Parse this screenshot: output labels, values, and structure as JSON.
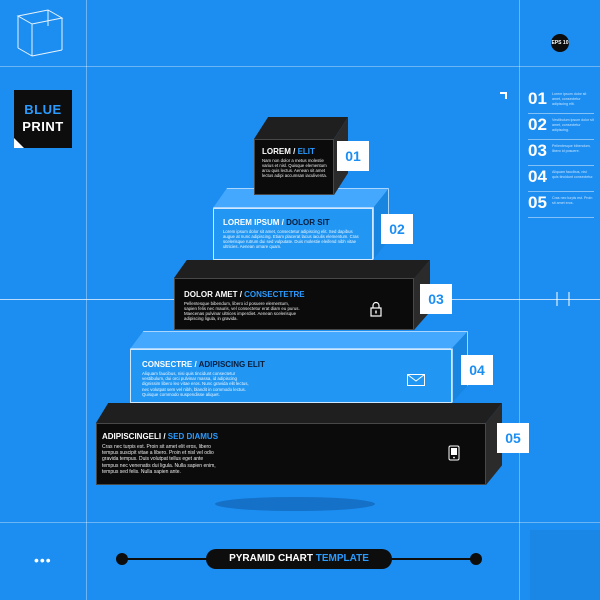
{
  "brand": {
    "line1": "BLUE",
    "line2": "PRINT"
  },
  "badge": "EPS 10",
  "right_list": [
    {
      "num": "01",
      "text": "Lorem ipsum dolor sit amet, consectetur adipiscing elit."
    },
    {
      "num": "02",
      "text": "Vestibulum ipsum dolor sit amet, consectetur adipiscing."
    },
    {
      "num": "03",
      "text": "Pellentesque bibendum, libero id posuere."
    },
    {
      "num": "04",
      "text": "Aliquam faucibus, nisi quis tincidunt consectetur."
    },
    {
      "num": "05",
      "text": "Cras nec turpis est. Proin sit amet eros."
    }
  ],
  "levels": [
    {
      "num": "01",
      "title_a": "LOREM",
      "title_b": "ELIT",
      "body": "Nam non dolor a metus molestie varius et nisl. Quisque elementum arcu quis lectus. Aenean sit amet lectus adipi accumsan iaculiventa.",
      "icon": null
    },
    {
      "num": "02",
      "title_a": "LOREM IPSUM",
      "title_b": "DOLOR SIT",
      "body": "Lorem ipsum dolor sit amet, consectetur adipiscing elit. Sed dapibus augue at nunc adipiscing. Etiam placerat lacus iaculis elementum. Cras scelerisque rutrum dui sed vulputate. Duis molestie eleifend nibh vitae ultricies. Aenean ornare quam.",
      "icon": null
    },
    {
      "num": "03",
      "title_a": "DOLOR AMET",
      "title_b": "CONSECTETRE",
      "body": "Pellentesque bibendum, libero id posuere elementum, sapien felis nec mauris, vel consectetur erat diam eu purus. Maecenas pulvinar ultrices imperdiet. Aenean scelerisque adipiscing ligula, in gravida.",
      "icon": "lock-icon"
    },
    {
      "num": "04",
      "title_a": "CONSECTRE",
      "title_b": "ADIPISCING ELIT",
      "body": "Aliquam faucibus, nisi quis tincidunt consectetur vestibulum, dui orci pulvinar massa, id adipiscing dignissim libero leo vitae eros. Nunc gravida elit lectus, nec volutpat sem vel nibh, blandit in commodo lectus. Quisque commodo suspendisse aliquet.",
      "icon": "mail-icon"
    },
    {
      "num": "05",
      "title_a": "ADIPISCINGELI",
      "title_b": "SED DIAMUS",
      "body": "Cras nec turpis est. Proin sit amet elit eros, libero tempus suscipit vitae a libero. Proin et nisl vel odio gravida tempus. Duis volutpat tellus eget ante tempus nec venenatis dui ligula. Nulla sapien enim, tempus sed felis. Nulla sapien ante.",
      "icon": "phone-icon"
    }
  ],
  "footer": {
    "title_a": "PYRAMID CHART",
    "title_b": "TEMPLATE"
  },
  "colors": {
    "background": "#1c8ef2",
    "dark": "#0b0b0b",
    "accent": "#2a9bff",
    "light_block": "#2196f3"
  }
}
